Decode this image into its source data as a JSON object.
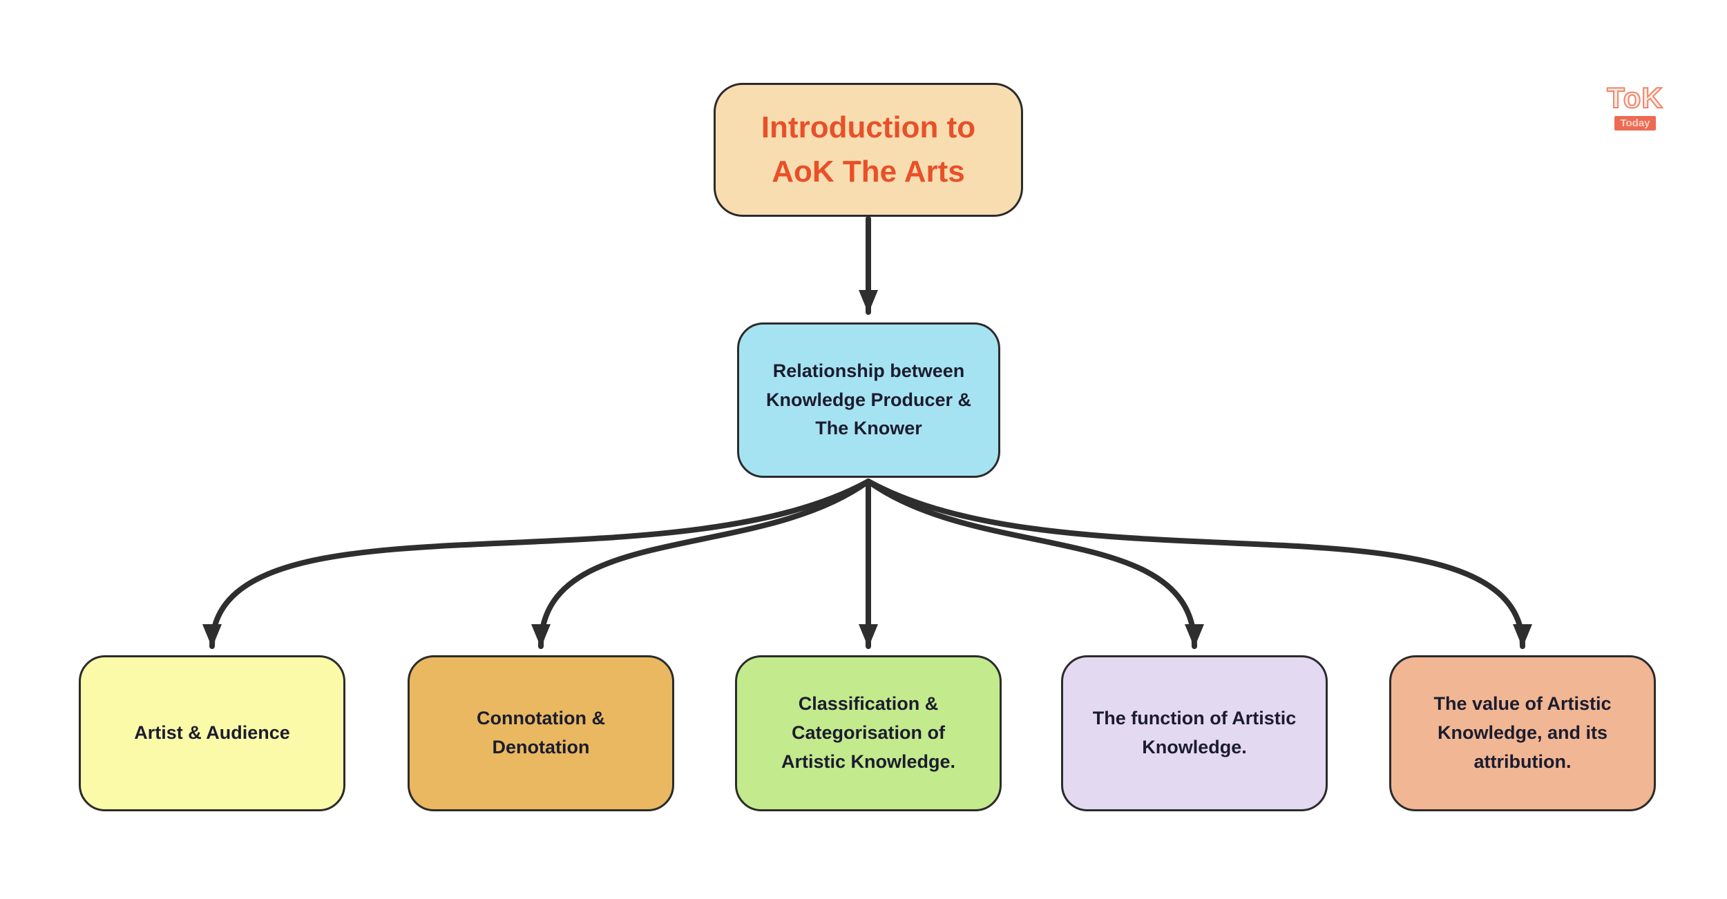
{
  "colors": {
    "arrow": "#2e2e2e",
    "node_border": "#2b2b2b",
    "node_text": "#1b1c2e",
    "root_fill": "#f8ddb0",
    "root_text": "#e8502a",
    "middle_fill": "#a6e3f2"
  },
  "nodes": {
    "root": {
      "label": "Introduction to AoK The Arts"
    },
    "middle": {
      "label": "Relationship between Knowledge Producer & The Knower"
    },
    "children": [
      {
        "label": "Artist & Audience",
        "fill": "#fafaa8"
      },
      {
        "label": "Connotation & Denotation",
        "fill": "#e9b860"
      },
      {
        "label": "Classification & Categorisation of Artistic Knowledge.",
        "fill": "#c3ea8c"
      },
      {
        "label": "The function of Artistic Knowledge.",
        "fill": "#e3d9f1"
      },
      {
        "label": "The value of Artistic Knowledge, and its attribution.",
        "fill": "#f1b693"
      }
    ]
  },
  "logo": {
    "line1": "ToK",
    "line2": "Today"
  }
}
